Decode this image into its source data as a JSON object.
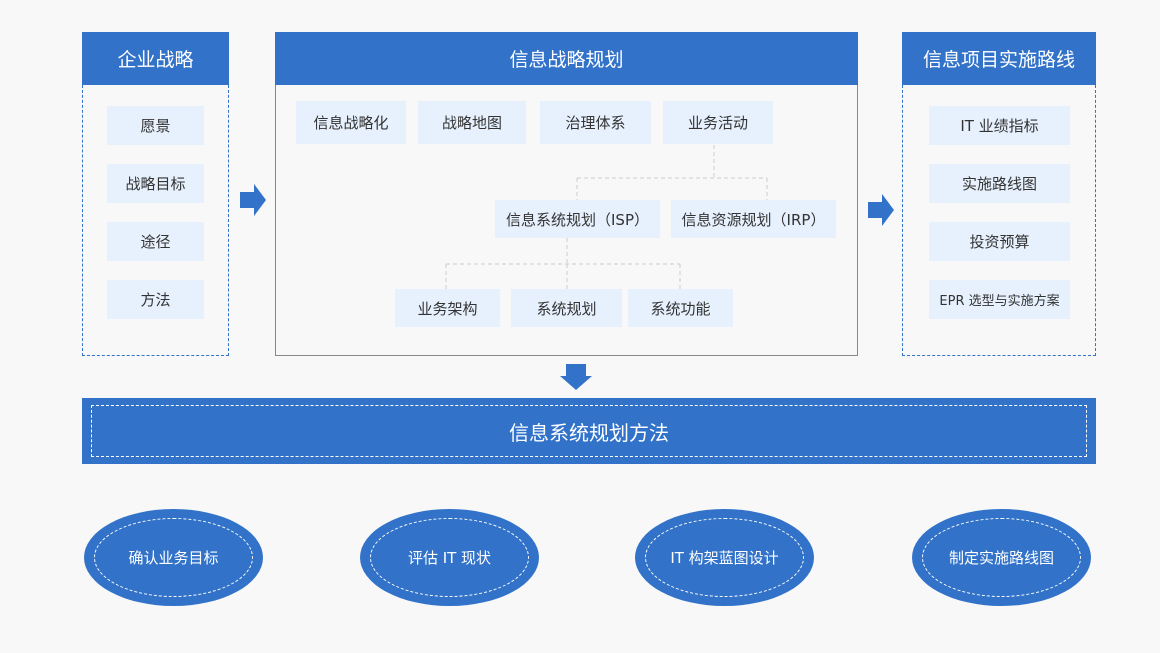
{
  "left": {
    "title": "企业战略",
    "items": [
      "愿景",
      "战略目标",
      "途径",
      "方法"
    ]
  },
  "center": {
    "title": "信息战略规划",
    "row1": [
      "信息战略化",
      "战略地图",
      "治理体系",
      "业务活动"
    ],
    "row2": [
      "信息系统规划（ISP）",
      "信息资源规划（IRP）"
    ],
    "row3": [
      "业务架构",
      "系统规划",
      "系统功能"
    ]
  },
  "right": {
    "title": "信息项目实施路线",
    "items": [
      "IT 业绩指标",
      "实施路线图",
      "投资预算",
      "EPR 选型与实施方案"
    ]
  },
  "banner": {
    "title": "信息系统规划方法"
  },
  "steps": [
    "确认业务目标",
    "评估 IT 现状",
    "IT 构架蓝图设计",
    "制定实施路线图"
  ],
  "colors": {
    "primary": "#3273c9",
    "box": "#e7f1fd",
    "background": "#f8f8f8"
  }
}
